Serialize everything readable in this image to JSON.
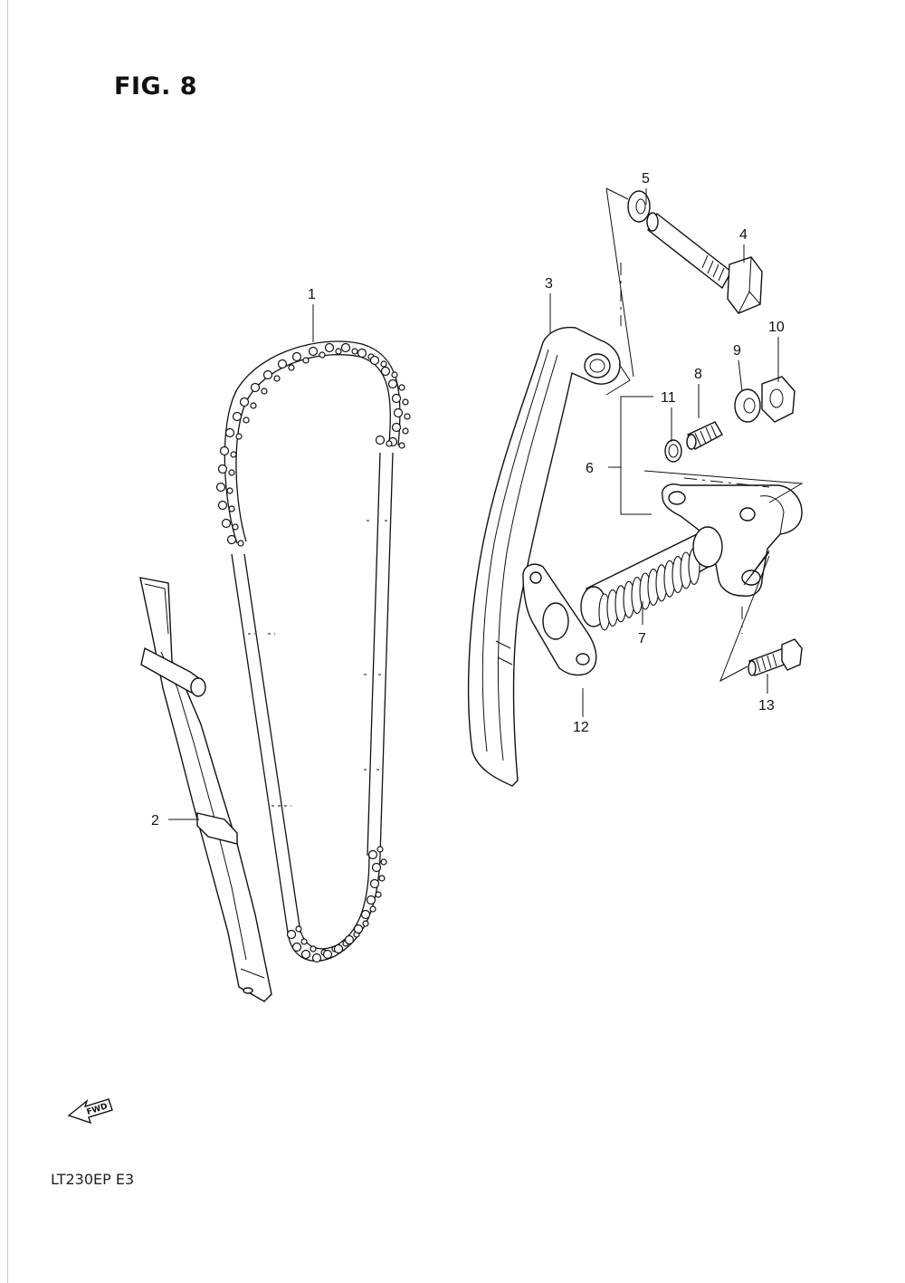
{
  "figure": {
    "title": "FIG. 8",
    "model_code": "LT230EP  E3",
    "fwd_label": "FWD"
  },
  "callouts": [
    {
      "id": "1"
    },
    {
      "id": "2"
    },
    {
      "id": "3"
    },
    {
      "id": "4"
    },
    {
      "id": "5"
    },
    {
      "id": "6"
    },
    {
      "id": "7"
    },
    {
      "id": "8"
    },
    {
      "id": "9"
    },
    {
      "id": "10"
    },
    {
      "id": "11"
    },
    {
      "id": "12"
    },
    {
      "id": "13"
    }
  ],
  "parts": {
    "p1": "cam-chain",
    "p2": "chain-guide",
    "p3": "chain-tensioner-arm",
    "p4": "pivot-bolt",
    "p5": "washer",
    "p6": "tensioner-assembly",
    "p7": "tensioner-adjuster",
    "p8": "stud-bolt",
    "p9": "washer",
    "p10": "nut",
    "p11": "o-ring",
    "p12": "gasket",
    "p13": "bolt"
  }
}
